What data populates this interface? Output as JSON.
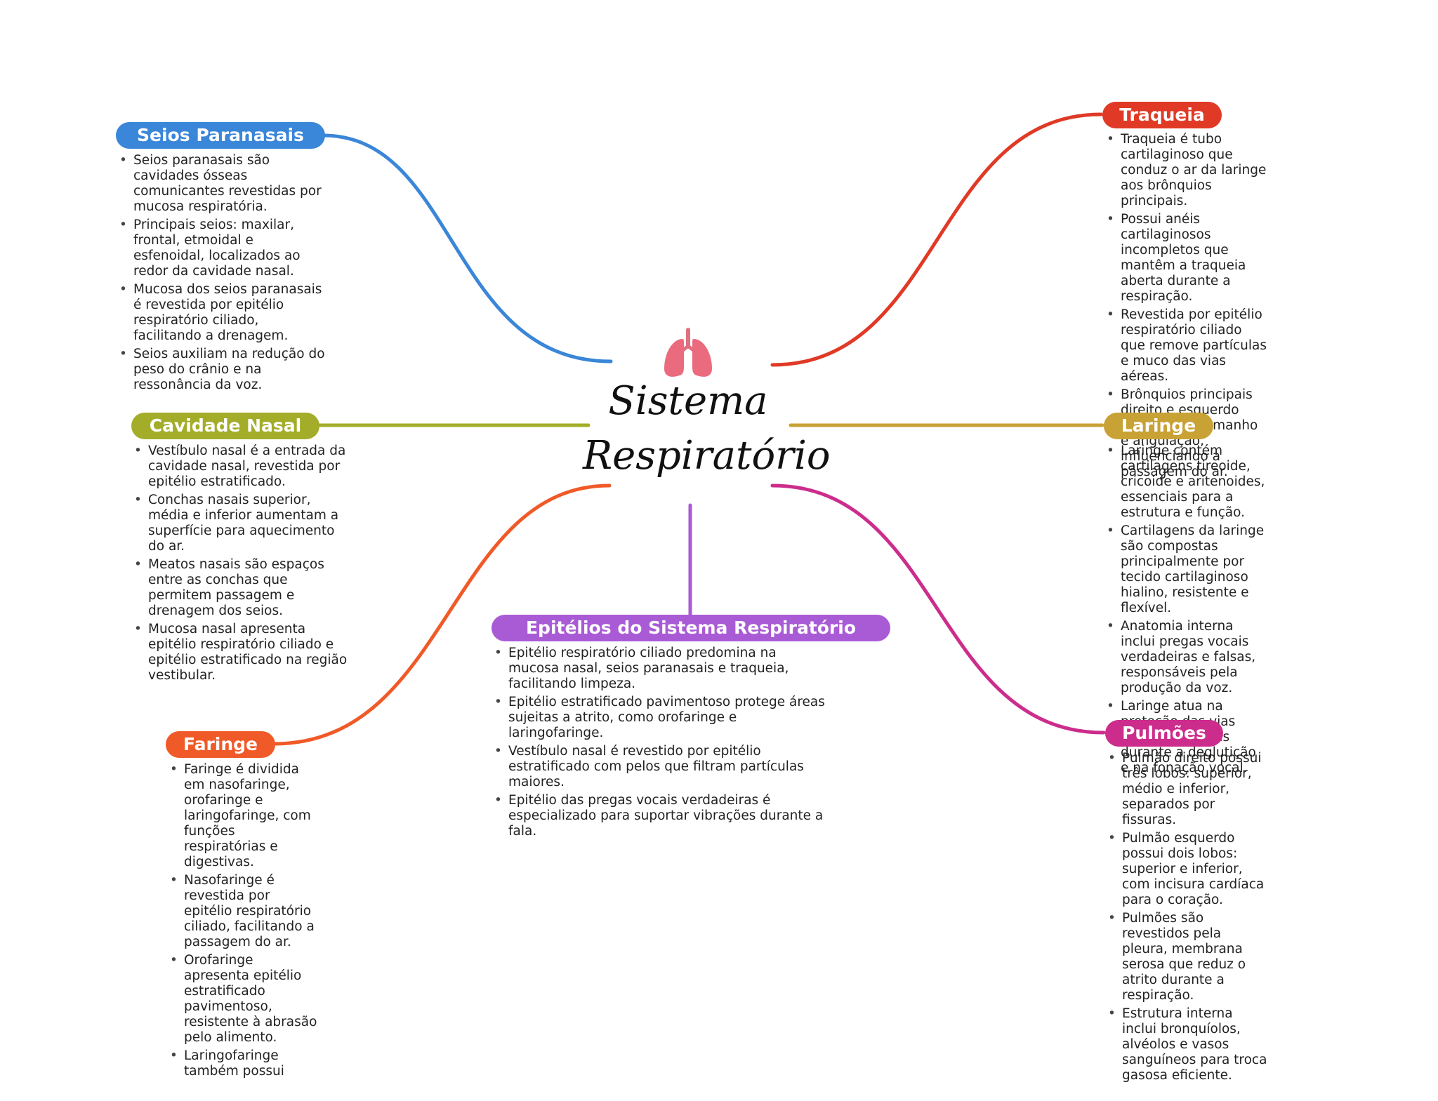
{
  "center": {
    "title_line1": "Sistema",
    "title_line2": "Respiratório",
    "icon": "lungs-icon"
  },
  "branches": {
    "seios": {
      "title": "Seios Paranasais",
      "color": "#3a86d8",
      "notes": [
        "Seios paranasais são cavidades ósseas comunicantes revestidas por mucosa respiratória.",
        "Principais seios: maxilar, frontal, etmoidal e esfenoidal, localizados ao redor da cavidade nasal.",
        "Mucosa dos seios paranasais é revestida por epitélio respiratório ciliado, facilitando a drenagem.",
        "Seios auxiliam na redução do peso do crânio e na ressonância da voz."
      ]
    },
    "cavidade": {
      "title": "Cavidade Nasal",
      "color": "#a3ad2a",
      "notes": [
        "Vestíbulo nasal é a entrada da cavidade nasal, revestida por epitélio estratificado.",
        "Conchas nasais superior, média e inferior aumentam a superfície para aquecimento do ar.",
        "Meatos nasais são espaços entre as conchas que permitem passagem e drenagem dos seios.",
        "Mucosa nasal apresenta epitélio respiratório ciliado e epitélio estratificado na região vestibular."
      ]
    },
    "faringe": {
      "title": "Faringe",
      "color": "#f05a28",
      "notes": [
        "Faringe é dividida em nasofaringe, orofaringe e laringofaringe, com funções respiratórias e digestivas.",
        "Nasofaringe é revestida por epitélio respiratório ciliado, facilitando a passagem do ar.",
        "Orofaringe apresenta epitélio estratificado pavimentoso, resistente à abrasão pelo alimento.",
        "Laringofaringe também possui"
      ]
    },
    "epitelios": {
      "title": "Epitélios do Sistema Respiratório",
      "color": "#a95bd6",
      "notes": [
        "Epitélio respiratório ciliado predomina na mucosa nasal, seios paranasais e traqueia, facilitando limpeza.",
        "Epitélio estratificado pavimentoso protege áreas sujeitas a atrito, como orofaringe e laringofaringe.",
        "Vestíbulo nasal é revestido por epitélio estratificado com pelos que filtram partículas maiores.",
        "Epitélio das pregas vocais verdadeiras é especializado para suportar vibrações durante a fala."
      ]
    },
    "traqueia": {
      "title": "Traqueia",
      "color": "#e03a26",
      "notes": [
        "Traqueia é tubo cartilaginoso que conduz o ar da laringe aos brônquios principais.",
        "Possui anéis cartilaginosos incompletos que mantêm a traqueia aberta durante a respiração.",
        "Revestida por epitélio respiratório ciliado que remove partículas e muco das vias aéreas.",
        "Brônquios principais direito e esquerdo diferem em tamanho e angulação, influenciando a passagem do ar."
      ]
    },
    "laringe": {
      "title": "Laringe",
      "color": "#c9a235",
      "notes": [
        "Laringe contém cartilagens tireoide, cricoide e aritenoides, essenciais para a estrutura e função.",
        "Cartilagens da laringe são compostas principalmente por tecido cartilaginoso hialino, resistente e flexível.",
        "Anatomia interna inclui pregas vocais verdadeiras e falsas, responsáveis pela produção da voz.",
        "Laringe atua na proteção das vias aéreas inferiores durante a deglutição e na fonação vocal."
      ]
    },
    "pulmoes": {
      "title": "Pulmões",
      "color": "#cc2d8c",
      "notes": [
        "Pulmão direito possui três lobos: superior, médio e inferior, separados por fissuras.",
        "Pulmão esquerdo possui dois lobos: superior e inferior, com incisura cardíaca para o coração.",
        "Pulmões são revestidos pela pleura, membrana serosa que reduz o atrito durante a respiração.",
        "Estrutura interna inclui bronquíolos, alvéolos e vasos sanguíneos para troca gasosa eficiente."
      ]
    }
  }
}
